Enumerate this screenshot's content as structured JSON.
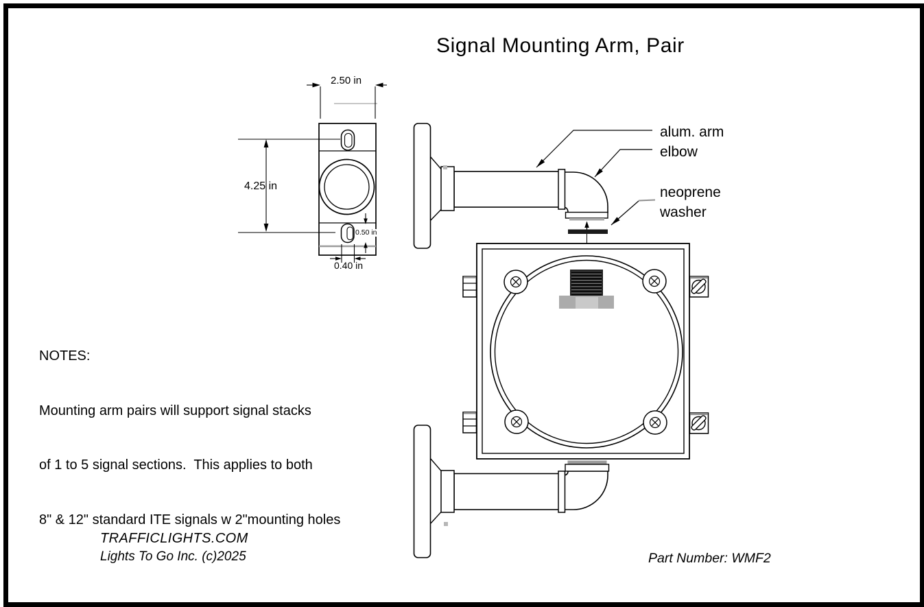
{
  "title": "Signal Mounting Arm, Pair",
  "front_view_dimensions": {
    "plate_width": "2.50 in",
    "plate_height": "4.25 in",
    "slot_height": "0.50 in",
    "slot_width": "0.40 in"
  },
  "callouts": {
    "arm": "alum. arm",
    "elbow": "elbow",
    "washer_line1": "neoprene",
    "washer_line2": "washer"
  },
  "notes": {
    "heading": "NOTES:",
    "lines": [
      "Mounting arm pairs will support signal stacks",
      "of 1 to 5 signal sections.  This applies to both",
      "8\" & 12\" standard ITE signals w 2\"mounting holes"
    ]
  },
  "footer": {
    "website": "TRAFFICLIGHTS.COM",
    "company": "Lights To Go Inc. (c)2025",
    "part_number": "Part Number: WMF2"
  },
  "colors": {
    "line": "#000000",
    "gray_accent": "#9c9c9c",
    "washer_black": "#1a1a1a",
    "nut_gray": "#ababab"
  }
}
